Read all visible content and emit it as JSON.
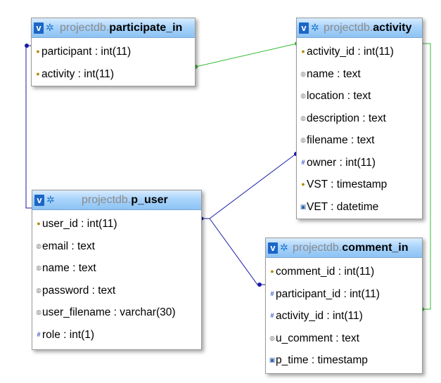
{
  "tables": {
    "participate_in": {
      "db": "projectdb.",
      "name": "participate_in",
      "fields": [
        "participant : int(11)",
        "activity : int(11)"
      ]
    },
    "activity": {
      "db": "projectdb.",
      "name": "activity",
      "fields": [
        "activity_id : int(11)",
        "name : text",
        "location : text",
        "description : text",
        "filename : text",
        "owner : int(11)",
        "VST : timestamp",
        "VET : datetime"
      ]
    },
    "p_user": {
      "db": "projectdb.",
      "name": "p_user",
      "fields": [
        "user_id : int(11)",
        "email : text",
        "name : text",
        "password : text",
        "user_filename : varchar(30)",
        "role : int(1)"
      ]
    },
    "comment_in": {
      "db": "projectdb.",
      "name": "comment_in",
      "fields": [
        "comment_id : int(11)",
        "participant_id : int(11)",
        "activity_id : int(11)",
        "u_comment : text",
        "p_time : timestamp"
      ]
    }
  },
  "header_icons": {
    "toggle": "v",
    "options": "gear-icon"
  },
  "colors": {
    "link_blue": "#1a1aa6",
    "link_green": "#33bb33",
    "header": "#aad4fb"
  }
}
